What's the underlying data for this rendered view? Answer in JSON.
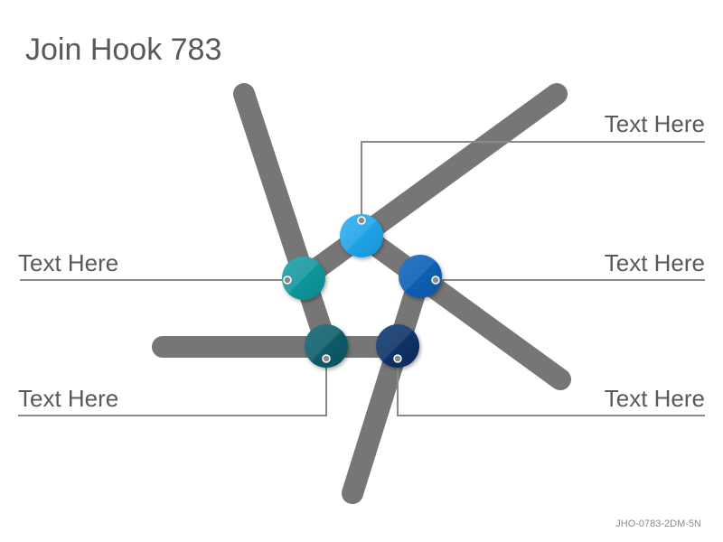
{
  "title": "Join Hook 783",
  "labels": {
    "top_right": "Text Here",
    "middle_left": "Text Here",
    "middle_right": "Text Here",
    "bottom_left": "Text Here",
    "bottom_right": "Text Here"
  },
  "footer": "JHO-0783-2DM-5N",
  "colors": {
    "bar": "#767676",
    "connector": "#8a8a8a",
    "node_top": "#1fa3e8",
    "node_right": "#0a5fb4",
    "node_bottom_right": "#0a3165",
    "node_bottom_left": "#0b5c6a",
    "node_left": "#10959c"
  }
}
